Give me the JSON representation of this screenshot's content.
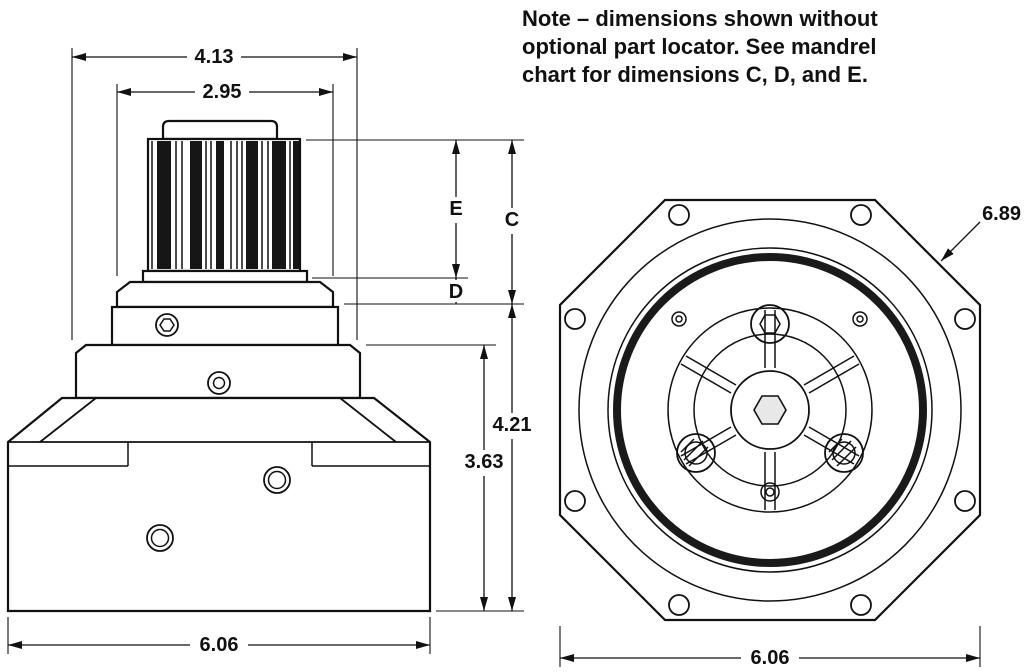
{
  "note": {
    "lines": [
      "Note – dimensions shown without",
      "optional part locator. See mandrel",
      "chart for dimensions C, D, and E."
    ]
  },
  "side_view": {
    "dims": {
      "flange_width": "4.13",
      "collar_width": "2.95",
      "e": "E",
      "c": "C",
      "d": "D",
      "body_height": "4.21",
      "flange_height": "3.63",
      "base_width": "6.06"
    }
  },
  "front_view": {
    "dims": {
      "across_corners": "6.89",
      "across_flats": "6.06"
    }
  },
  "colors": {
    "line": "#111111",
    "background": "#ffffff"
  }
}
